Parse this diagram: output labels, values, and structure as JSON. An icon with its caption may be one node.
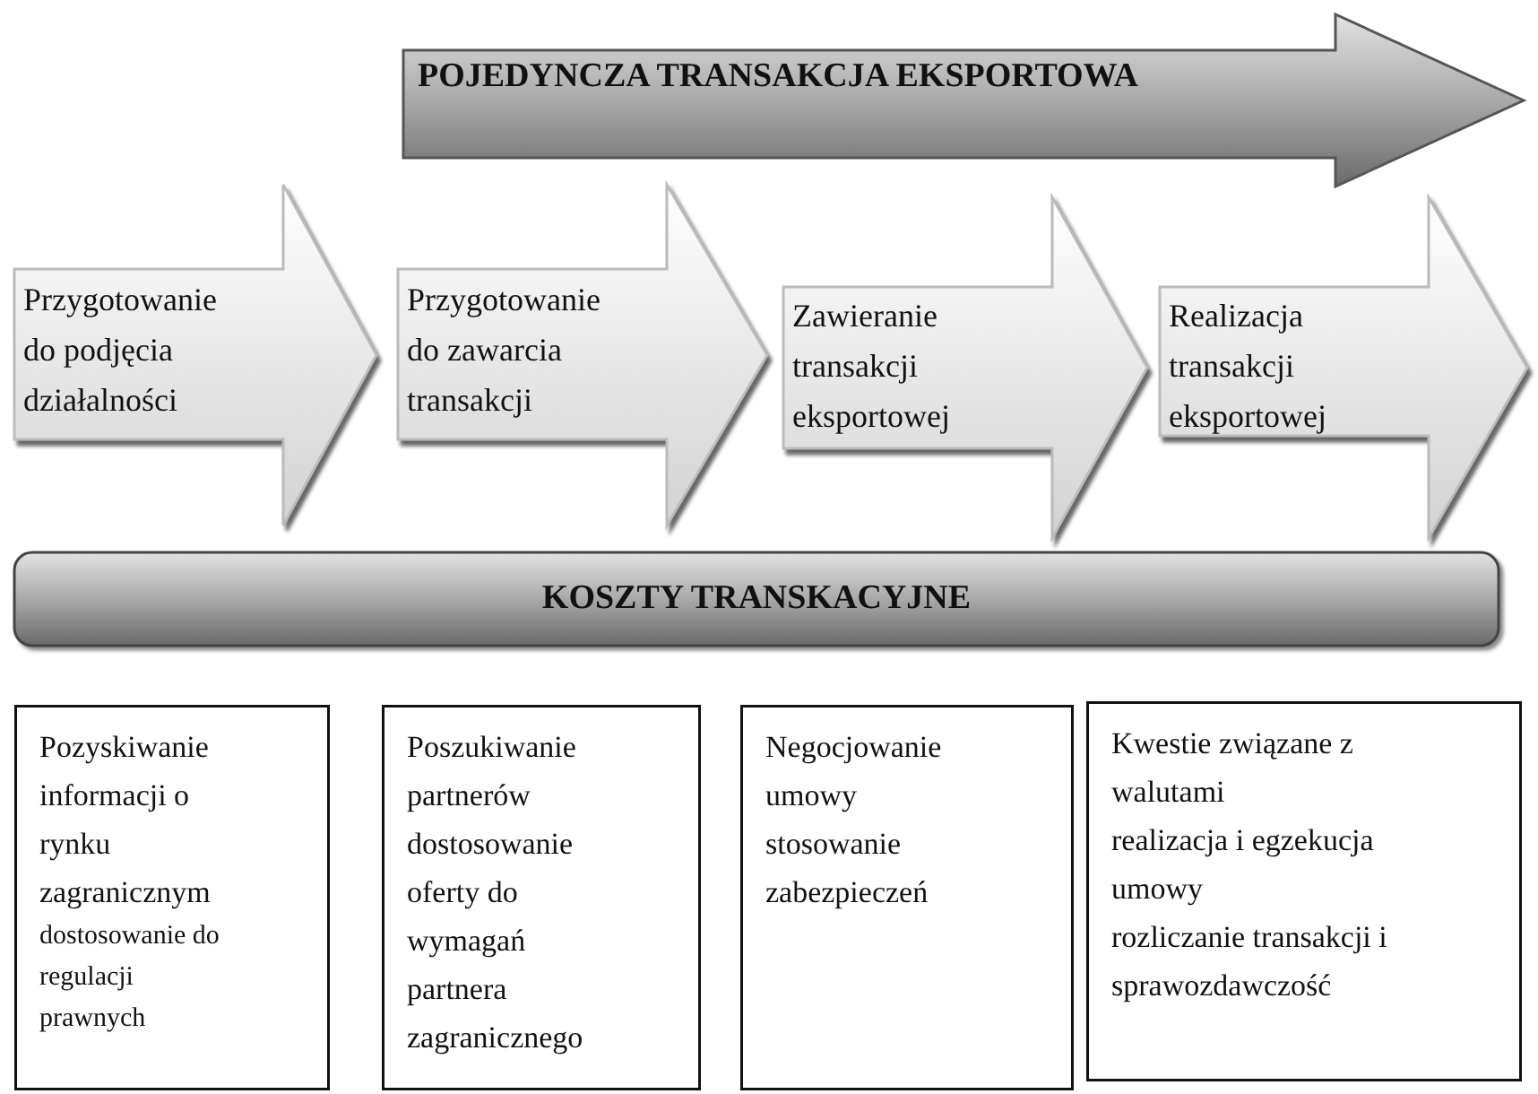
{
  "diagram": {
    "nodes": [
      {
        "text": [
          "POJEDYNCZA TRANSAKCJA EKSPORTOWA"
        ]
      },
      {
        "text": [
          "Przygotowanie do podjęcia działalności"
        ]
      },
      {
        "text": [
          "Przygotowanie do zawarcia transakcji"
        ]
      },
      {
        "text": [
          "Zawieranie transakcji eksportowej"
        ]
      },
      {
        "text": [
          "Realizacja transakcji eksportowej"
        ]
      },
      {
        "text": [
          "KOSZTY TRANSKACYJNE"
        ]
      },
      {
        "text": [
          "Pozyskiwanie informacji o rynku zagranicznym",
          "dostosowanie do regulacji prawnych"
        ]
      },
      {
        "text": [
          "Poszukiwanie partnerów",
          "dostosowanie oferty do wymagań partnera zagranicznego"
        ]
      },
      {
        "text": [
          "Negocjowanie umowy",
          "stosowanie zabezpieczeń"
        ]
      },
      {
        "text": [
          "Kwestie związane z walutami",
          "realizacja i egzekucja umowy",
          "rozliczanie transakcji i sprawozdawczość"
        ]
      }
    ]
  }
}
